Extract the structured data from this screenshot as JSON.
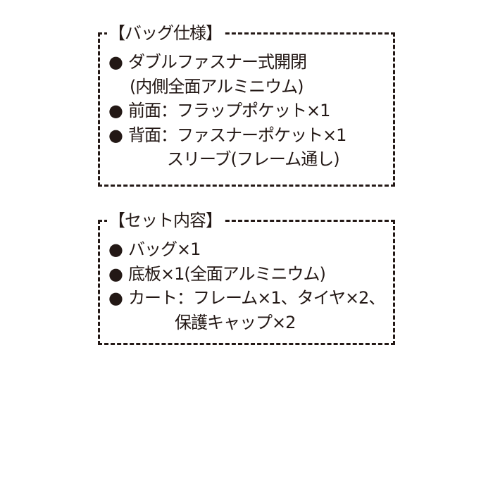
{
  "spec": {
    "title": "【バッグ仕様】",
    "bullet": "●",
    "lines": [
      "ダブルファスナー式開閉",
      "(内側全面アルミニウム)",
      "前面：フラップポケット×1",
      "背面：ファスナーポケット×1",
      "スリーブ(フレーム通し)"
    ]
  },
  "contents": {
    "title": "【セット内容】",
    "bullet": "●",
    "lines": [
      "バッグ×1",
      "底板×1(全面アルミニウム)",
      "カート：フレーム×1、タイヤ×2、",
      "保護キャップ×2"
    ]
  }
}
